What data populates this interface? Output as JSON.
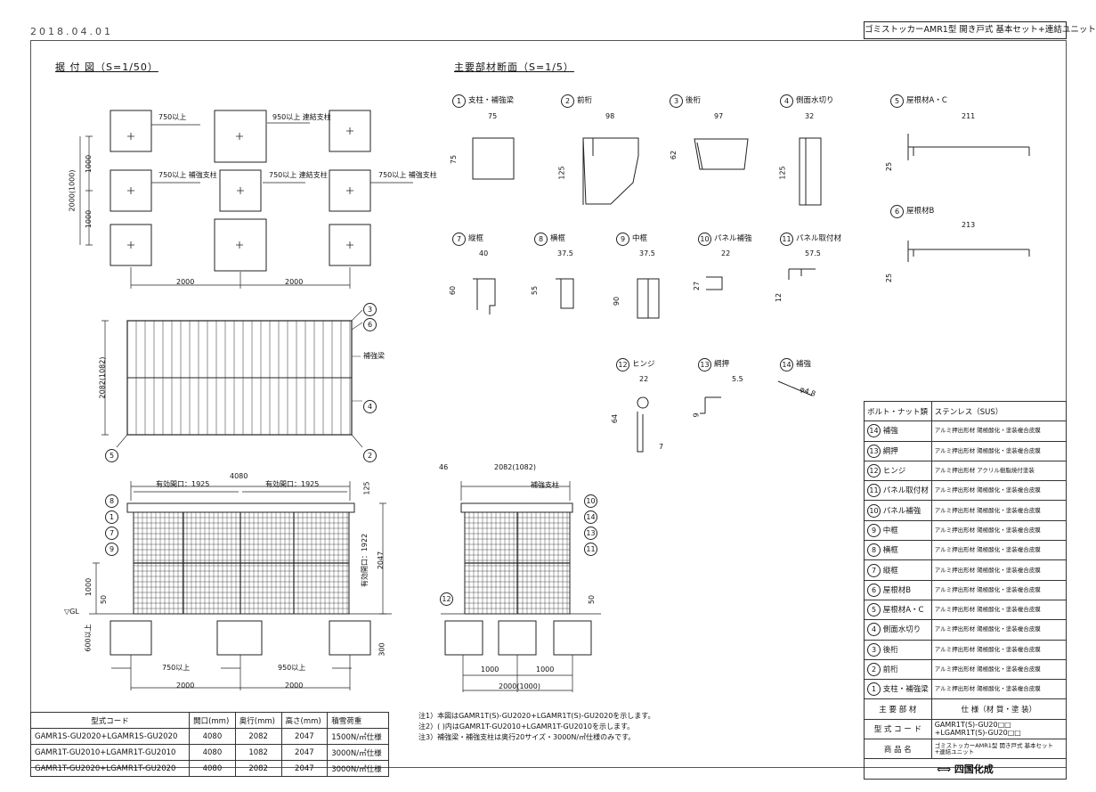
{
  "header": {
    "date": "2018.04.01",
    "title": "ゴミストッカーAMR1型 開き戸式 基本セット+連結ユニット"
  },
  "sections": {
    "layout_title": "据 付 図（S=1/50）",
    "profiles_title": "主要部材断面（S=1/5）"
  },
  "layout": {
    "labels": [
      "750以上",
      "950以上 連結支柱",
      "750以上 補強支柱",
      "750以上 連結支柱",
      "750以上 補強支柱"
    ],
    "dims": {
      "d1000a": "1000",
      "d1000b": "1000",
      "d2000_1000": "2000(1000)",
      "d2000a": "2000",
      "d2000b": "2000"
    }
  },
  "plan_view": {
    "side_dim": "2082(1082)",
    "beam_label": "補強梁",
    "callouts": [
      "3",
      "6",
      "4",
      "2",
      "5"
    ]
  },
  "front_view": {
    "width": "4080",
    "opening_a": "有効開口：1925",
    "opening_b": "有効開口：1925",
    "h125": "125",
    "h_open": "有効開口：1922",
    "h2047": "2047",
    "h1000": "1000",
    "h50": "50",
    "gl": "▽GL",
    "h600": "600以上",
    "h300": "300",
    "f750": "750以上",
    "f950": "950以上",
    "f2000a": "2000",
    "f2000b": "2000",
    "callouts": [
      "8",
      "1",
      "7",
      "9"
    ]
  },
  "side_view": {
    "d46": "46",
    "depth": "2082(1082)",
    "post_label": "補強支柱",
    "h50": "50",
    "d1000a": "1000",
    "d1000b": "1000",
    "d2000": "2000(1000)",
    "callouts": [
      "10",
      "14",
      "13",
      "11",
      "12"
    ]
  },
  "profiles": [
    {
      "no": "1",
      "name": "支柱・補強梁",
      "dims": [
        "75",
        "75"
      ]
    },
    {
      "no": "2",
      "name": "前桁",
      "dims": [
        "98",
        "125"
      ]
    },
    {
      "no": "3",
      "name": "後桁",
      "dims": [
        "97",
        "62"
      ]
    },
    {
      "no": "4",
      "name": "側面水切り",
      "dims": [
        "32",
        "125"
      ]
    },
    {
      "no": "5",
      "name": "屋根材A・C",
      "dims": [
        "211",
        "25"
      ]
    },
    {
      "no": "6",
      "name": "屋根材B",
      "dims": [
        "213",
        "25"
      ]
    },
    {
      "no": "7",
      "name": "縦框",
      "dims": [
        "40",
        "60"
      ]
    },
    {
      "no": "8",
      "name": "横框",
      "dims": [
        "37.5",
        "55"
      ]
    },
    {
      "no": "9",
      "name": "中框",
      "dims": [
        "37.5",
        "90"
      ]
    },
    {
      "no": "10",
      "name": "パネル補強",
      "dims": [
        "22",
        "27"
      ]
    },
    {
      "no": "11",
      "name": "パネル取付材",
      "dims": [
        "57.5",
        "12"
      ]
    },
    {
      "no": "12",
      "name": "ヒンジ",
      "dims": [
        "22",
        "64",
        "7"
      ]
    },
    {
      "no": "13",
      "name": "綱押",
      "dims": [
        "5.5",
        "9"
      ]
    },
    {
      "no": "14",
      "name": "補強",
      "dims": [
        "φ4.8"
      ]
    }
  ],
  "spec_table": {
    "headers": [
      "型式コード",
      "開口(mm)",
      "奥行(mm)",
      "高さ(mm)",
      "積雪荷重"
    ],
    "rows": [
      [
        "GAMR1S-GU2020+LGAMR1S-GU2020",
        "4080",
        "2082",
        "2047",
        "1500N/㎡仕様"
      ],
      [
        "GAMR1T-GU2010+LGAMR1T-GU2010",
        "4080",
        "1082",
        "2047",
        "3000N/㎡仕様"
      ],
      [
        "GAMR1T-GU2020+LGAMR1T-GU2020",
        "4080",
        "2082",
        "2047",
        "3000N/㎡仕様"
      ]
    ]
  },
  "notes": [
    "注1）本図はGAMR1T(S)-GU2020+LGAMR1T(S)-GU2020を示します。",
    "注2）( )内はGAMR1T-GU2010+LGAMR1T-GU2010を示します。",
    "注3）補強梁・補強支柱は奥行20サイズ・3000N/㎡仕様のみです。"
  ],
  "parts_table": {
    "bolt_label": "ボルト・ナット類",
    "bolt_value": "ステンレス（SUS）",
    "rows": [
      {
        "no": "14",
        "name": "補強",
        "mat": "アルミ押出形材 陽極酸化・塗装複合皮膜"
      },
      {
        "no": "13",
        "name": "綱押",
        "mat": "アルミ押出形材 陽極酸化・塗装複合皮膜"
      },
      {
        "no": "12",
        "name": "ヒンジ",
        "mat": "アルミ押出形材 アクリル樹脂焼付塗装"
      },
      {
        "no": "11",
        "name": "パネル取付材",
        "mat": "アルミ押出形材 陽極酸化・塗装複合皮膜"
      },
      {
        "no": "10",
        "name": "パネル補強",
        "mat": "アルミ押出形材 陽極酸化・塗装複合皮膜"
      },
      {
        "no": "9",
        "name": "中框",
        "mat": "アルミ押出形材 陽極酸化・塗装複合皮膜"
      },
      {
        "no": "8",
        "name": "横框",
        "mat": "アルミ押出形材 陽極酸化・塗装複合皮膜"
      },
      {
        "no": "7",
        "name": "縦框",
        "mat": "アルミ押出形材 陽極酸化・塗装複合皮膜"
      },
      {
        "no": "6",
        "name": "屋根材B",
        "mat": "アルミ押出形材 陽極酸化・塗装複合皮膜"
      },
      {
        "no": "5",
        "name": "屋根材A・C",
        "mat": "アルミ押出形材 陽極酸化・塗装複合皮膜"
      },
      {
        "no": "4",
        "name": "側面水切り",
        "mat": "アルミ押出形材 陽極酸化・塗装複合皮膜"
      },
      {
        "no": "3",
        "name": "後桁",
        "mat": "アルミ押出形材 陽極酸化・塗装複合皮膜"
      },
      {
        "no": "2",
        "name": "前桁",
        "mat": "アルミ押出形材 陽極酸化・塗装複合皮膜"
      },
      {
        "no": "1",
        "name": "支柱・補強梁",
        "mat": "アルミ押出形材 陽極酸化・塗装複合皮膜"
      }
    ],
    "main_label": "主 要 部 材",
    "main_value": "仕 様（材 質・塗 装）",
    "code_label": "型 式 コ ー ド",
    "code_value": "GAMR1T(S)-GU20□□ +LGAMR1T(S)-GU20□□",
    "product_label": "商 品 名",
    "product_value": "ゴミストッカーAMR1型 開き戸式 基本セット+連結ユニット",
    "brand": "四国化成"
  }
}
